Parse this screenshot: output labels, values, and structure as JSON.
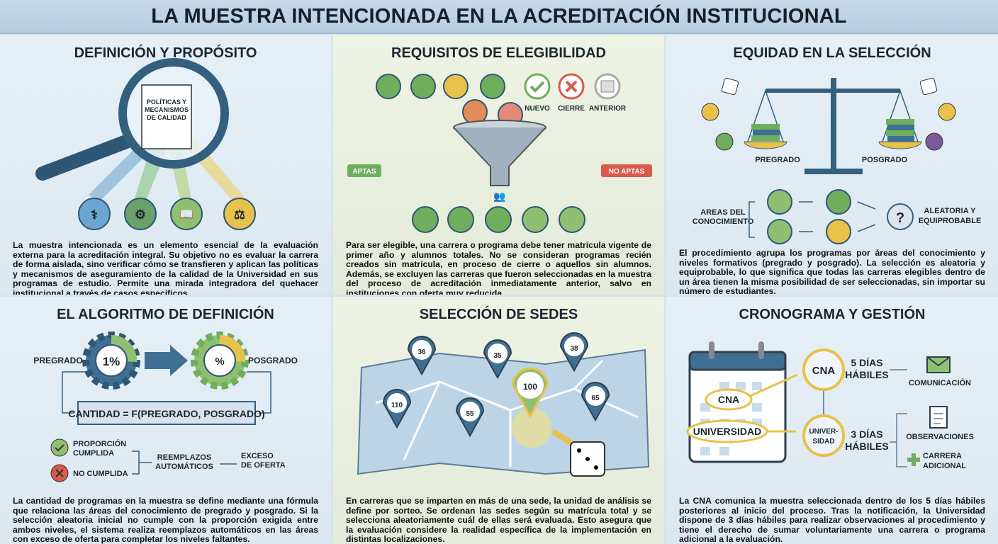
{
  "title": "LA MUESTRA INTENCIONADA EN LA ACREDITACIÓN INSTITUCIONAL",
  "colors": {
    "blue": "#3f6f93",
    "green": "#6fae5c",
    "yellow": "#e8c14a",
    "red": "#d9594c"
  },
  "panels": {
    "definicion": {
      "title": "DEFINICIÓN Y PROPÓSITO",
      "document_lines": [
        "POLÍTICAS Y",
        "MECANISMOS",
        "DE CALIDAD"
      ],
      "icons": [
        "caduceus-icon",
        "gear-icon",
        "book-icon",
        "scale-icon"
      ],
      "text": "La muestra intencionada es un elemento esencial de la evaluación externa para la acreditación integral. Su objetivo no es evaluar la carrera de forma aislada, sino verificar cómo se transfieren y aplican las políticas y mecanismos de aseguramiento de la calidad de la Universidad en sus programas de estudio. Permite una mirada integradora del quehacer institucional a través de casos específicos."
    },
    "requisitos": {
      "title": "REQUISITOS DE ELEGIBILIDAD",
      "criteria": [
        "NUEVO",
        "CIERRE",
        "ANTERIOR"
      ],
      "aptas": "APTAS",
      "no_aptas": "NO APTAS",
      "text": "Para ser elegible, una carrera o programa debe tener matrícula vigente de primer año y alumnos totales. No se consideran programas recién creados sin matrícula, en proceso de cierre o aquellos sin alumnos. Además, se excluyen las carreras que fueron seleccionadas en la muestra del proceso de acreditación inmediatamente anterior, salvo en instituciones con oferta muy reducida."
    },
    "equidad": {
      "title": "EQUIDAD EN LA SELECCIÓN",
      "pregrado": "PREGRADO",
      "posgrado": "POSGRADO",
      "areas_lines": [
        "AREAS DEL",
        "CONOCIMIENTO"
      ],
      "result_lines": [
        "ALEATORIA Y",
        "EQUIPROBABLE"
      ],
      "question": "?",
      "text": "El procedimiento agrupa los programas por áreas del conocimiento y niveles formativos (pregrado y posgrado). La selección es aleatoria y equiprobable, lo que significa que todas las carreras elegibles dentro de un área tienen la misma posibilidad de ser seleccionadas, sin importar su número de estudiantes."
    },
    "algoritmo": {
      "title": "EL ALGORITMO DE DEFINICIÓN",
      "pregrado": "PREGRADO",
      "posgrado": "POSGRADO",
      "gear1": "1%",
      "gear2": "%",
      "formula": "CANTIDAD = F(PREGRADO, POSGRADO)",
      "cumplida_lines": [
        "PROPORCIÓN",
        "CUMPLIDA"
      ],
      "no_cumplida": "NO CUMPLIDA",
      "reemplazos_lines": [
        "REEMPLAZOS",
        "AUTOMÁTICOS"
      ],
      "exceso_lines": [
        "EXCESO",
        "DE OFERTA"
      ],
      "text": "La cantidad de programas en la muestra se define mediante una fórmula que relaciona las áreas del conocimiento de pregrado y posgrado. Si la selección aleatoria inicial no cumple con la proporción exigida entre ambos niveles, el sistema realiza reemplazos automáticos en las áreas con exceso de oferta para completar los niveles faltantes."
    },
    "sedes": {
      "title": "SELECCIÓN DE SEDES",
      "pins": [
        "36",
        "35",
        "38",
        "110",
        "55",
        "100",
        "65"
      ],
      "text": "En carreras que se imparten en más de una sede, la unidad de análisis se define por sorteo. Se ordenan las sedes según su matrícula total y se selecciona aleatoriamente cuál de ellas será evaluada. Esto asegura que la evaluación considere la realidad específica de la implementación en distintas localizaciones."
    },
    "cronograma": {
      "title": "CRONOGRAMA Y GESTIÓN",
      "cal_cna": "CNA",
      "cal_universidad": "UNIVERSIDAD",
      "node_cna": "CNA",
      "node_univ_lines": [
        "UNIVER-",
        "SIDAD"
      ],
      "days5_lines": [
        "5 DÍAS",
        "HÁBILES"
      ],
      "days3_lines": [
        "3 DÍAS",
        "HÁBILES"
      ],
      "comunicacion": "COMUNICACIÓN",
      "observaciones": "OBSERVACIONES",
      "carrera_lines": [
        "CARRERA",
        "ADICIONAL"
      ],
      "text": "La CNA comunica la muestra seleccionada dentro de los 5 días hábiles posteriores al inicio del proceso. Tras la notificación, la Universidad dispone de 3 días hábiles para realizar observaciones al procedimiento y tiene el derecho de sumar voluntariamente una carrera o programa adicional a la evaluación."
    }
  }
}
